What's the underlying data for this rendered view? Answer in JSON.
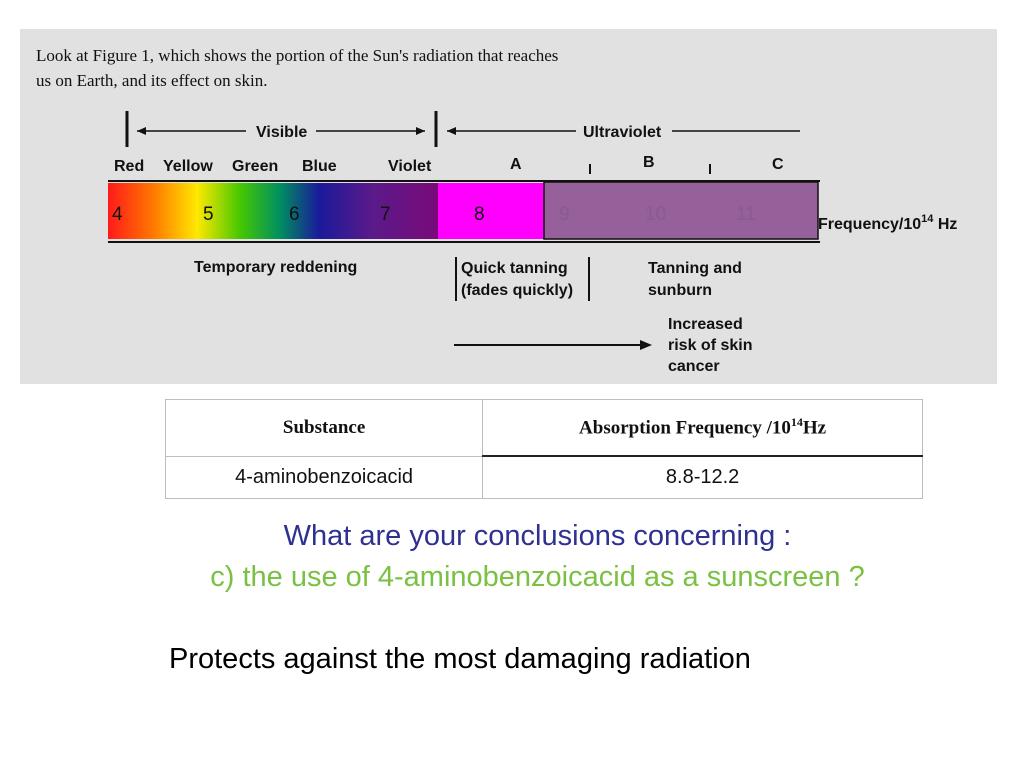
{
  "figure": {
    "intro_line1": "Look at Figure 1, which shows the portion of the Sun's radiation that reaches",
    "intro_line2": "us on Earth, and its effect on skin.",
    "visible_label": "Visible",
    "ultraviolet_label": "Ultraviolet",
    "colors": [
      "Red",
      "Yellow",
      "Green",
      "Blue",
      "Violet"
    ],
    "uv_bands": [
      "A",
      "B",
      "C"
    ],
    "frequency_numbers": [
      "4",
      "5",
      "6",
      "7",
      "8",
      "9",
      "10",
      "11"
    ],
    "axis_label": "Frequency/10",
    "axis_exp": "14",
    "axis_unit": " Hz",
    "effect_reddening": "Temporary reddening",
    "effect_quick_1": "Quick tanning",
    "effect_quick_2": "(fades quickly)",
    "effect_tan_1": "Tanning and",
    "effect_tan_2": "sunburn",
    "effect_risk_1": "Increased",
    "effect_risk_2": "risk of skin",
    "effect_risk_3": "cancer",
    "highlight_colors": {
      "uva_box": "#ff00ff",
      "absorption_box": "#96609a"
    }
  },
  "table": {
    "header_substance": "Substance",
    "header_freq": "Absorption Frequency /10",
    "header_freq_exp": "14",
    "header_freq_unit": "Hz",
    "row_substance": "4-aminobenzoicacid",
    "row_freq": "8.8-12.2"
  },
  "question": {
    "line1": "What are your conclusions concerning :",
    "line2": "c) the use of 4-aminobenzoicacid as a sunscreen ?"
  },
  "answer": "Protects against the most damaging radiation"
}
